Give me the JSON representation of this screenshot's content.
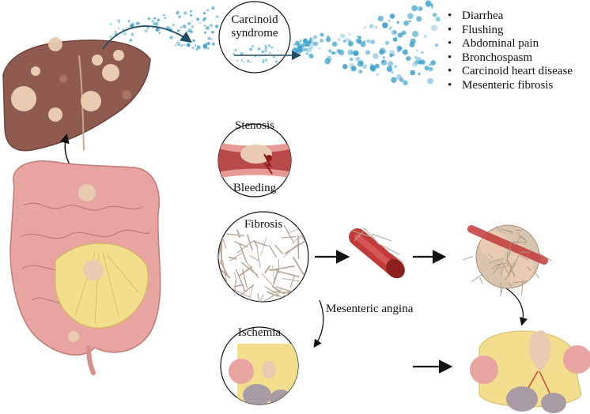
{
  "labels": {
    "carcinoid_line1": "Carcinoid",
    "carcinoid_line2": "syndrome",
    "stenosis": "Stenosis",
    "bleeding": "Bleeding",
    "fibrosis": "Fibrosis",
    "mesenteric_angina": "Mesenteric angina",
    "ischemia": "Ischemia"
  },
  "symptoms": [
    "Diarrhea",
    "Flushing",
    "Abdominal pain",
    "Bronchospasm",
    "Carcinoid heart disease",
    "Mesenteric fibrosis"
  ],
  "colors": {
    "liver": "#8f5a4f",
    "tumor": "#e8cbb0",
    "intestine": "#e8a4a0",
    "mesentery": "#f3de8e",
    "vessel": "#c23a3a",
    "particle": "#3aa0cc",
    "fiber": "#b6a896",
    "arrow": "#111111"
  }
}
